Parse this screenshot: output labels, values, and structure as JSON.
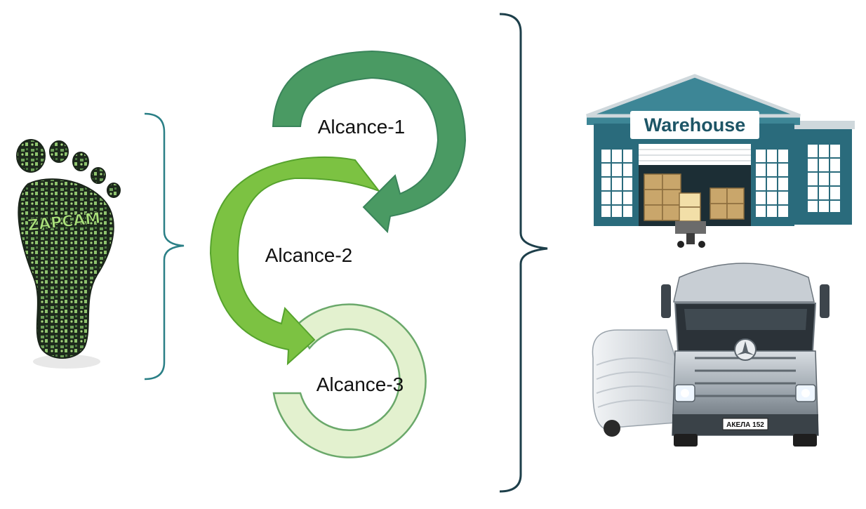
{
  "diagram": {
    "nodes": [
      {
        "id": "scope-1",
        "label": "Alcance-1",
        "color": "#4a9a63"
      },
      {
        "id": "scope-2",
        "label": "Alcance-2",
        "color": "#7cc242"
      },
      {
        "id": "scope-3",
        "label": "Alcance-3",
        "color": "#e3f1cf",
        "stroke": "#6aa86a"
      }
    ],
    "edges": [
      {
        "from": "scope-1",
        "to": "scope-2"
      },
      {
        "from": "scope-2",
        "to": "scope-3"
      }
    ]
  },
  "footprint": {
    "brand": "ZAPCAM",
    "icon": "footprint-icon"
  },
  "warehouse": {
    "sign": "Warehouse",
    "icon": "warehouse-icon",
    "colors": {
      "building": "#2a6b7c",
      "roof": "#3d8696",
      "sign_bg": "#ffffff",
      "sign_text": "#1d5566"
    }
  },
  "truck": {
    "plate": "АКЕЛА 152",
    "icon": "truck-icon"
  },
  "brackets": {
    "color": "#2a7f86",
    "dark_color": "#1d3f4a"
  }
}
